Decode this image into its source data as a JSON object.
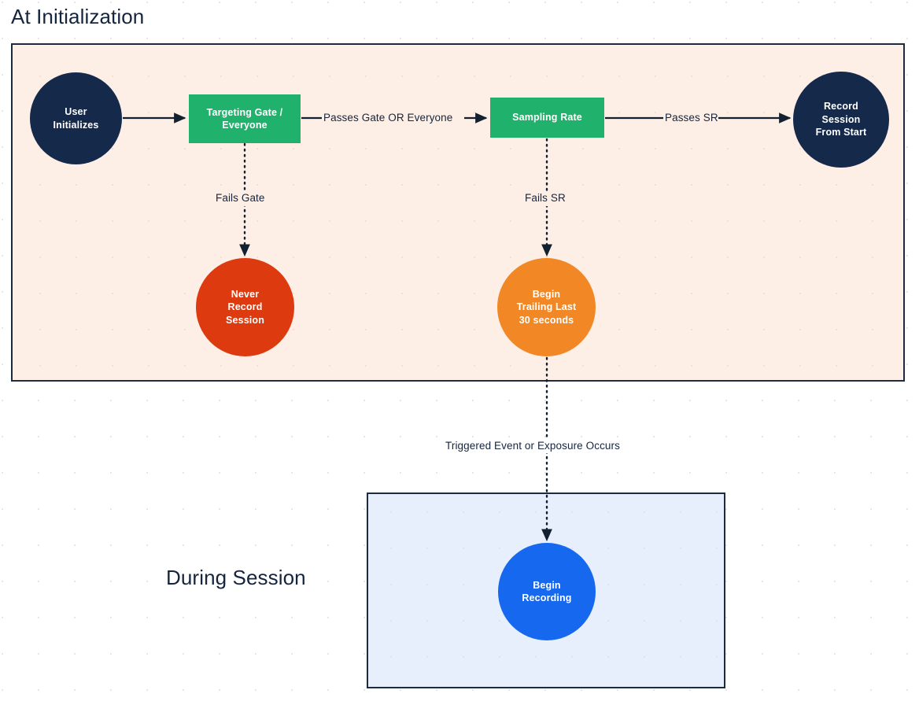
{
  "sections": {
    "initialization": {
      "title": "At Initialization",
      "fill_color": "#fdeee6",
      "border_color": "#1c2b3f"
    },
    "during_session": {
      "title": "During Session",
      "fill_color": "#e7eefc",
      "border_color": "#1c2b3f"
    }
  },
  "nodes": {
    "user_initializes": {
      "label": "User\nInitializes",
      "shape": "circle",
      "color": "#15294b"
    },
    "targeting_gate": {
      "label": "Targeting Gate /\nEveryone",
      "shape": "rect",
      "color": "#20b26c"
    },
    "sampling_rate": {
      "label": "Sampling Rate",
      "shape": "rect",
      "color": "#20b26c"
    },
    "record_from_start": {
      "label": "Record\nSession\nFrom Start",
      "shape": "circle",
      "color": "#15294b"
    },
    "never_record": {
      "label": "Never\nRecord\nSession",
      "shape": "circle",
      "color": "#dd3a10"
    },
    "begin_trailing": {
      "label": "Begin\nTrailing Last\n30 seconds",
      "shape": "circle",
      "color": "#f18825"
    },
    "begin_recording": {
      "label": "Begin\nRecording",
      "shape": "circle",
      "color": "#1668ef"
    }
  },
  "edges": {
    "user_to_gate": {
      "label": "",
      "style": "solid"
    },
    "gate_to_sampling": {
      "label": "Passes Gate OR Everyone",
      "style": "solid"
    },
    "sampling_to_record": {
      "label": "Passes SR",
      "style": "solid"
    },
    "gate_to_never_record": {
      "label": "Fails Gate",
      "style": "dotted"
    },
    "sampling_to_trailing": {
      "label": "Fails SR",
      "style": "dotted"
    },
    "trailing_to_recording": {
      "label": "Triggered Event or Exposure Occurs",
      "style": "dotted"
    }
  },
  "theme": {
    "page_background": "#ffffff",
    "grid_dot_color": "#e6e6ea",
    "text_color": "#15253f",
    "line_color": "#12202f"
  }
}
